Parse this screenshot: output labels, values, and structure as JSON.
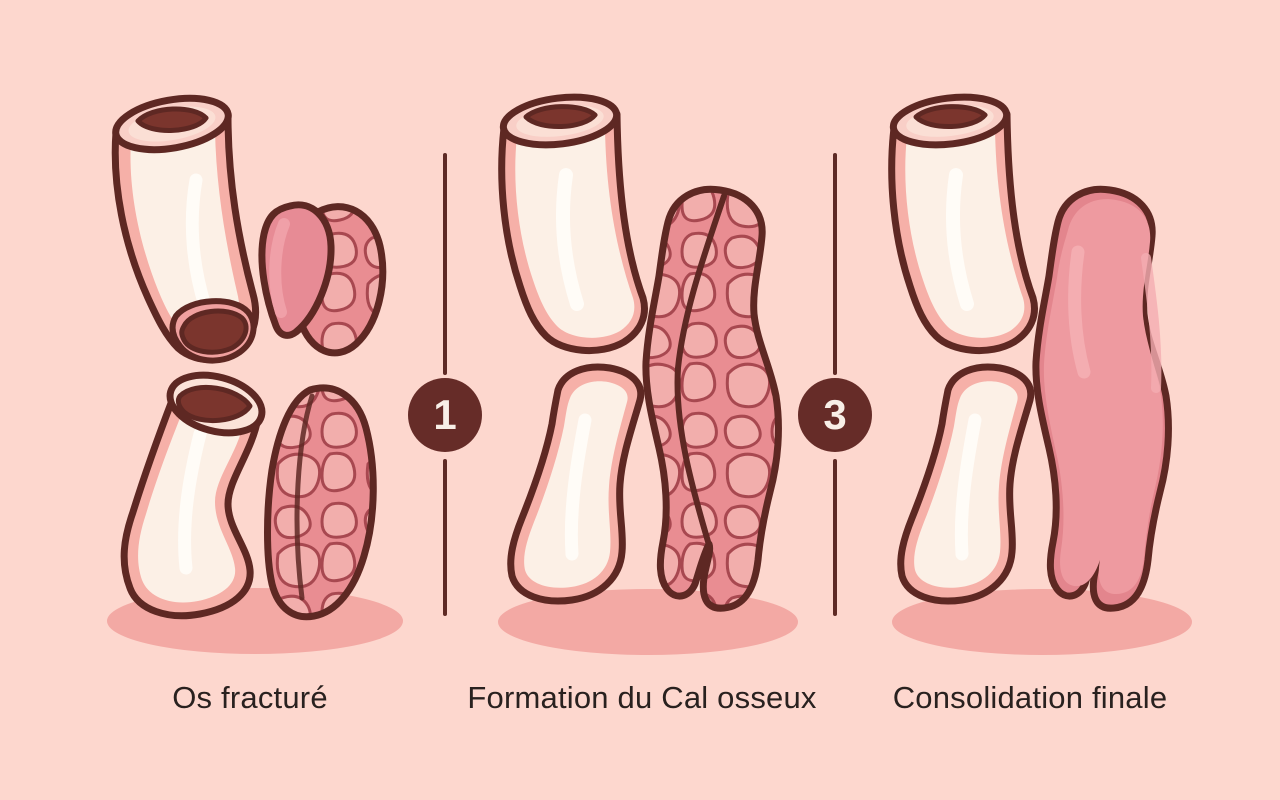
{
  "diagram": {
    "stages": [
      {
        "label": "Os fracturé"
      },
      {
        "label": "Formation du Cal osseux"
      },
      {
        "label": "Consolidation finale"
      }
    ],
    "step_badges": [
      "1",
      "3"
    ],
    "illustrations": {
      "panel_1": [
        "fractured-bone-upper",
        "bone-fragment-solid",
        "bone-fragment-textured",
        "fractured-bone-lower",
        "callus-strip-textured"
      ],
      "panel_2": [
        "bone-upper",
        "bone-lower",
        "bone-callus-textured"
      ],
      "panel_3": [
        "bone-upper",
        "bone-lower",
        "bone-callus-consolidated"
      ]
    },
    "colors": {
      "background": "#fdd7ce",
      "outline": "#5e2823",
      "bone_fill": "#fcf0e6",
      "bone_shade": "#f6b0a8",
      "bone_top_face": "#f9cfc7",
      "marrow": "#7b352d",
      "callus_base": "#e98d92",
      "callus_blob": "#f2aeac",
      "callus_vein": "#a84850",
      "callus_smooth": "#e3858d",
      "shadow": "#f3a9a4",
      "divider": "#5e2a25",
      "badge_background": "#662c28",
      "badge_text": "#f8efe7",
      "label_text": "#29211f"
    }
  }
}
